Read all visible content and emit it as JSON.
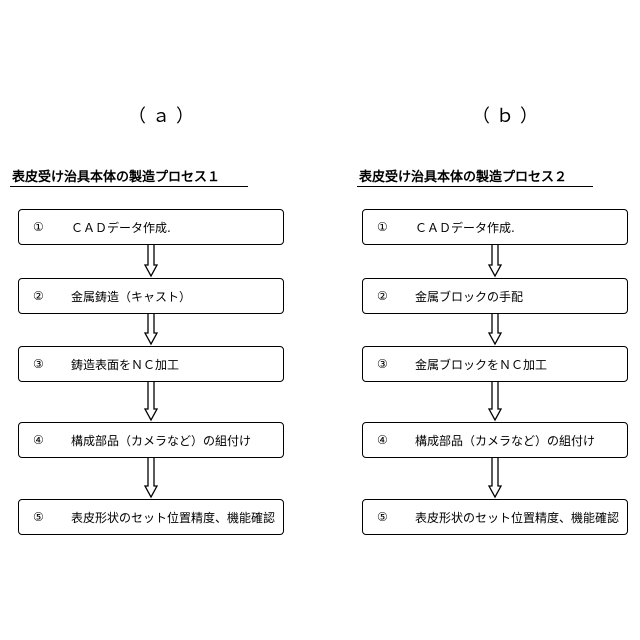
{
  "panel_a": {
    "label": "（ａ）",
    "title": "表皮受け治具本体の製造プロセス１",
    "steps": [
      {
        "num": "①",
        "text": "ＣＡＤデータ作成."
      },
      {
        "num": "②",
        "text": "金属鋳造（キャスト）"
      },
      {
        "num": "③",
        "text": "鋳造表面をＮＣ加工"
      },
      {
        "num": "④",
        "text": "構成部品（カメラなど）の組付け"
      },
      {
        "num": "⑤",
        "text": "表皮形状のセット位置精度、機能確認"
      }
    ]
  },
  "panel_b": {
    "label": "（ｂ）",
    "title": "表皮受け治具本体の製造プロセス２",
    "steps": [
      {
        "num": "①",
        "text": "ＣＡＤデータ作成."
      },
      {
        "num": "②",
        "text": "金属ブロックの手配"
      },
      {
        "num": "③",
        "text": "金属ブロックをＮＣ加工"
      },
      {
        "num": "④",
        "text": "構成部品（カメラなど）の組付け"
      },
      {
        "num": "⑤",
        "text": "表皮形状のセット位置精度、機能確認"
      }
    ]
  }
}
